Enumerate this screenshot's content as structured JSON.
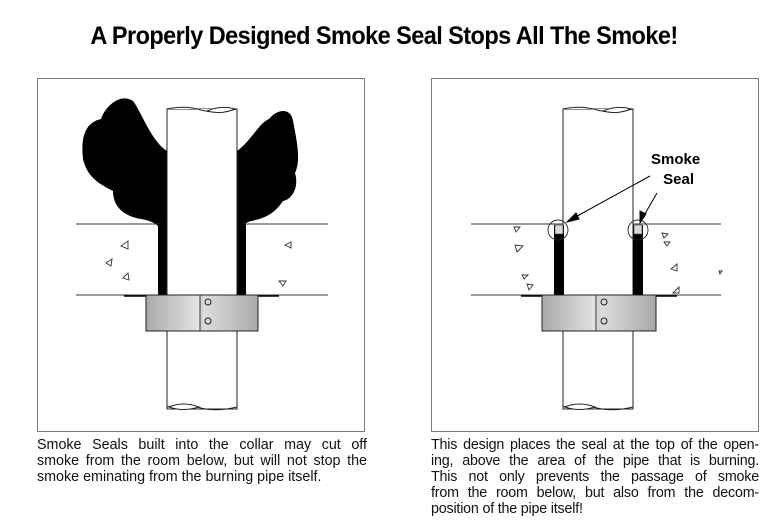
{
  "title": "A Properly Designed Smoke Seal Stops All The Smoke!",
  "panels": [
    {
      "id": "left",
      "description": "Smoke seal built into the collar; smoke escapes from burning pipe above slab",
      "caption_lines": [
        "Smoke Seals built into the collar may cut off",
        "smoke from the room below, but will not stop the",
        "smoke eminating from the burning pipe itself."
      ]
    },
    {
      "id": "right",
      "description": "Smoke seal placed at top of opening; no smoke escapes",
      "callout_label_lines": [
        "Smoke",
        "Seal"
      ],
      "caption_lines": [
        "This design places the seal at the top of the open-",
        "ing, above the area of the pipe that is burning.",
        "This not only prevents the passage of smoke",
        "from the room below, but also from the decom-",
        "position of the pipe itself!"
      ]
    }
  ],
  "colors": {
    "smoke": "#000000",
    "collar_light": "#e4e4e4",
    "collar_dark": "#a9a9a9",
    "seal_plug": "#d9d9d9",
    "frame": "#7a7a7a",
    "slab_line": "#333333"
  }
}
